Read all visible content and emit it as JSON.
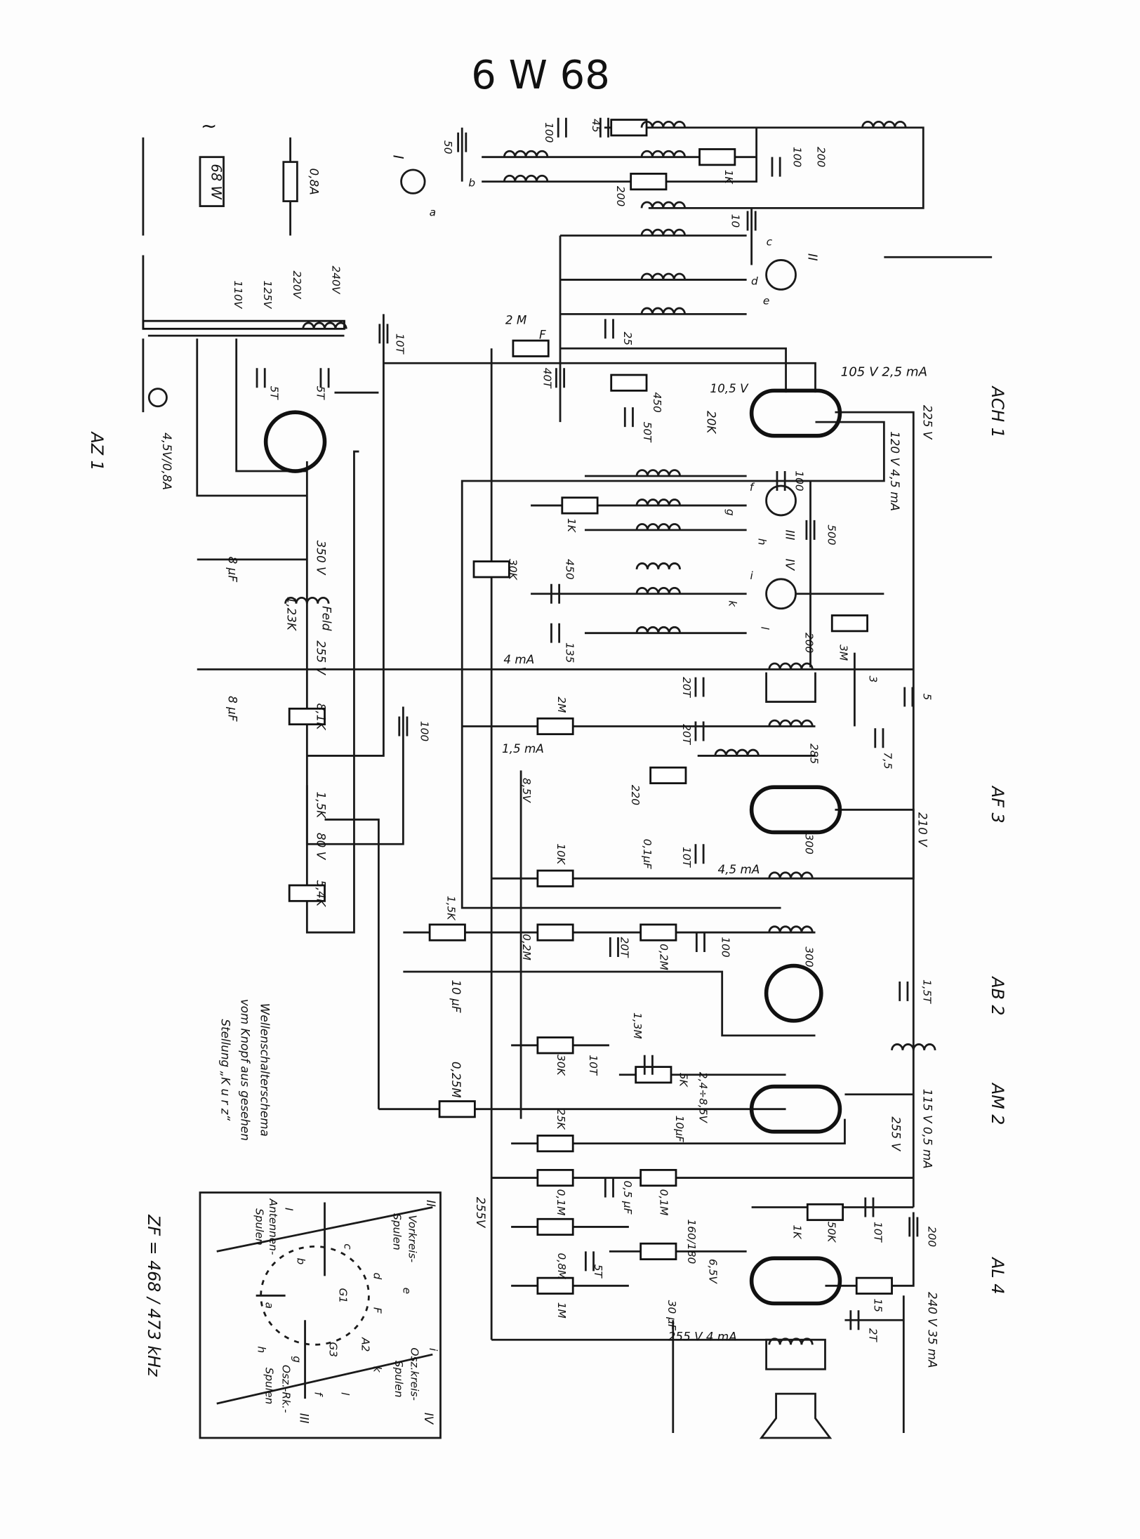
{
  "title": "6 W 68",
  "tubes": {
    "ach1": "ACH 1",
    "af3": "AF 3",
    "ab2": "AB 2",
    "am2": "AM 2",
    "al4": "AL 4",
    "az1": "AZ 1"
  },
  "labels": {
    "mains_sym": "~",
    "fuse": "0,8A",
    "model_box": "68 W",
    "v110": "110V",
    "v125": "125V",
    "v220": "220V",
    "v240": "240V",
    "c5t_a": "5T",
    "c5t_b": "5T",
    "lamp": "4,5V/0,8A",
    "v350": "350 V",
    "cap8a": "8 µF",
    "feld": "Feld",
    "feld_r": "1,23K",
    "v255_a": "255 V",
    "cap8b": "8 µF",
    "r81k": "8,1K",
    "r15k_pot": "1,5K",
    "v80": "80 V",
    "r54k": "5,4K",
    "c100_l": "100",
    "c10t_top": "10T",
    "ant_I": "I",
    "ant_a": "a",
    "ant_b": "b",
    "c50": "50",
    "c100_t": "100",
    "c45": "45",
    "r1k_t": "1K",
    "r200_t": "200",
    "c100_t2": "100",
    "r200_t2": "200",
    "c10_t": "10",
    "sw_II": "II",
    "sw_c": "c",
    "sw_d": "d",
    "sw_e": "e",
    "c25": "25",
    "r2m_f": "2 M",
    "lbl_F": "F",
    "c40t": "40T",
    "r450_a": "450",
    "c50t": "50T",
    "r20k": "20K",
    "v10_5": "10,5 V",
    "v105": "105 V 2,5 mA",
    "v225": "225 V",
    "v120": "120 V 4,5 mA",
    "c100_m": "100",
    "sw_III": "III",
    "sw_f": "f",
    "sw_g": "g",
    "sw_h": "h",
    "r1k_m": "1K",
    "c500": "500",
    "sw_IV": "IV",
    "sw_i": "i",
    "sw_k": "k",
    "sw_l": "l",
    "r30k": "30K",
    "c450": "450",
    "c135": "135",
    "r3m": "3M",
    "c200_if": "200",
    "i4ma": "4 mA",
    "c20t_a": "20T",
    "r2m": "2M",
    "c3": "3",
    "c5": "5",
    "c20t_b": "20T",
    "i15ma": "1,5 mA",
    "c285": "285",
    "c7_5": "7,5",
    "v8_5": "8,5V",
    "r220": "220",
    "c01uf": "0,1µF",
    "v210": "210 V",
    "r10k": "10K",
    "c10t_m": "10T",
    "i45ma": "4,5 mA",
    "c300_a": "300",
    "r15k": "1,5K",
    "r02m_a": "0,2M",
    "c20t_c": "20T",
    "r02m_b": "0,2M",
    "c100_ab": "100",
    "c300_b": "300",
    "c10uf_a": "10 µF",
    "c15t": "1,5T",
    "pot13m": "1,3M",
    "r30k_b": "30K",
    "c10t_b": "10T",
    "r5k": "5K",
    "c5k": "5K",
    "v24_85": "2,4÷8,5V",
    "c10uf_b": "10µF",
    "r025m": "0,25M",
    "r25k": "25K",
    "v115": "115 V 0,5 mA",
    "v255_b": "255 V",
    "v255_c": "255V",
    "r01m_a": "0,1M",
    "c05uf": "0,5 µF",
    "r01m_b": "0,1M",
    "r50k": "50K",
    "c10t_al": "10T",
    "c200_al": "200",
    "r1k_al": "1K",
    "r160": "160/180",
    "v6_5": "6,5V",
    "c30uf": "30 µF",
    "c5t_al": "5T",
    "r08m": "0,8M",
    "pot1m": "1M",
    "r15": "15",
    "c2t": "2T",
    "v240_35": "240 V 35 mA",
    "v255_4": "255 V 4 mA",
    "ws_1": "Wellenschalterschema",
    "ws_2": "vom Knopf aus gesehen",
    "ws_3": "Stellung „K u r z“",
    "zf": "ZF = 468 / 473 kHz",
    "box_II": "II",
    "box_vork": "Vorkreis-",
    "box_spulen1": "Spulen",
    "box_e": "e",
    "box_d": "d",
    "box_c": "c",
    "box_G1": "G1",
    "box_F": "F",
    "box_I": "I",
    "box_ant": "Antennen-",
    "box_spulen2": "Spulen",
    "box_b": "b",
    "box_a": "a",
    "box_IV": "IV",
    "box_osz": "Osz.kreis-",
    "box_spulen3": "Spulen",
    "box_i": "i",
    "box_k": "k",
    "box_l": "l",
    "box_A2": "A2",
    "box_G3": "G3",
    "box_III": "III",
    "box_oszrk": "Osz.-Rk.-",
    "box_spulen4": "Spulen",
    "box_f": "f",
    "box_g": "g",
    "box_h": "h"
  }
}
